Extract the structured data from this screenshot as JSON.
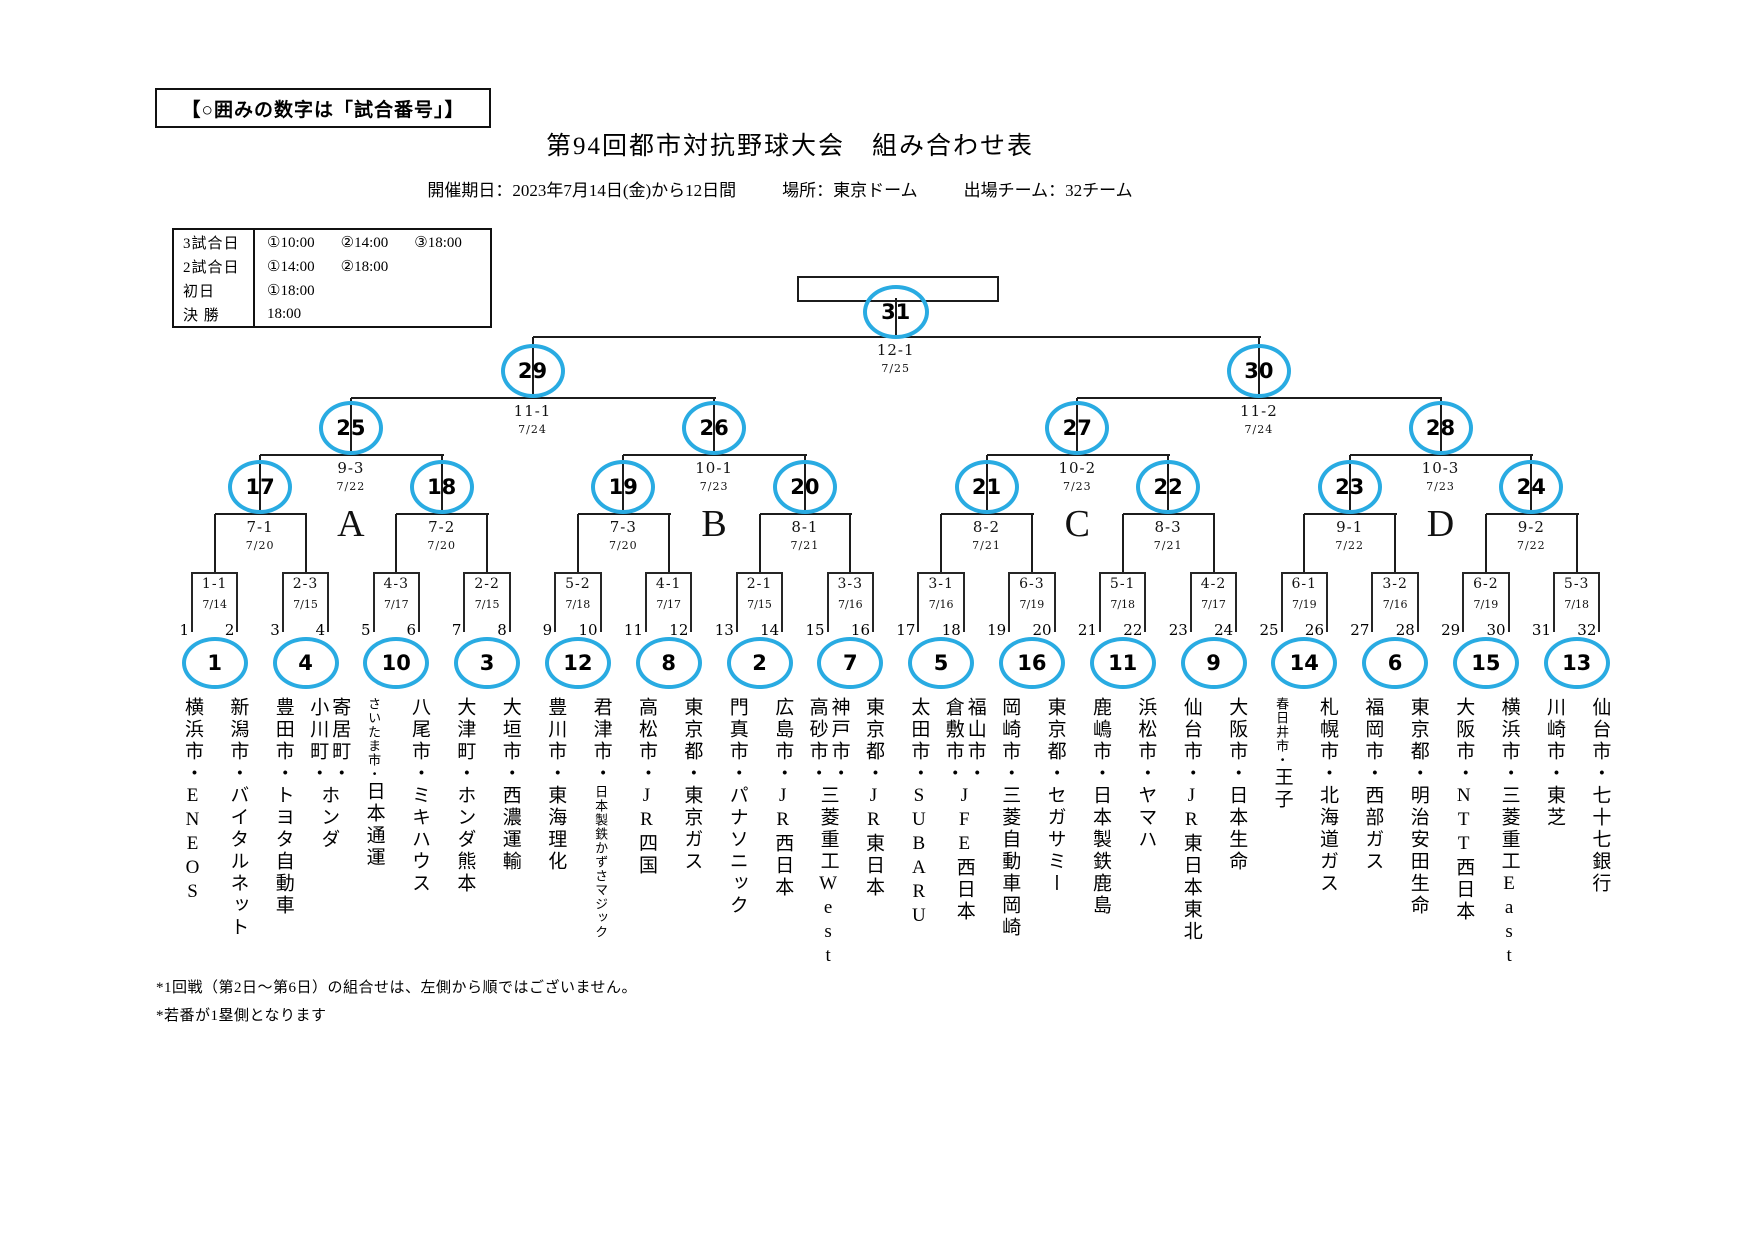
{
  "header": {
    "note": "【○囲みの数字は「試合番号」】",
    "title": "第94回都市対抗野球大会　組み合わせ表",
    "period": "開催期日：2023年7月14日(金)から12日間",
    "venue": "場所：東京ドーム",
    "team_count": "出場チーム：32チーム"
  },
  "schedule": {
    "rows": [
      {
        "label": "3試合日",
        "times": [
          "①10:00",
          "②14:00",
          "③18:00"
        ]
      },
      {
        "label": "2試合日",
        "times": [
          "①14:00",
          "②18:00"
        ]
      },
      {
        "label": "初日",
        "times": [
          "①18:00"
        ]
      },
      {
        "label": "決 勝",
        "times": [
          "18:00"
        ]
      }
    ]
  },
  "bracket": {
    "final": {
      "game": 31,
      "label": "12-1",
      "date": "7/25"
    },
    "semifinals": [
      {
        "game": 29,
        "label": "11-1",
        "date": "7/24"
      },
      {
        "game": 30,
        "label": "11-2",
        "date": "7/24"
      }
    ],
    "quarterfinals": [
      {
        "game": 25,
        "label": "9-3",
        "date": "7/22"
      },
      {
        "game": 26,
        "label": "10-1",
        "date": "7/23"
      },
      {
        "game": 27,
        "label": "10-2",
        "date": "7/23"
      },
      {
        "game": 28,
        "label": "10-3",
        "date": "7/23"
      }
    ],
    "round2": [
      {
        "game": 17,
        "label": "7-1",
        "date": "7/20"
      },
      {
        "game": 18,
        "label": "7-2",
        "date": "7/20"
      },
      {
        "game": 19,
        "label": "7-3",
        "date": "7/20"
      },
      {
        "game": 20,
        "label": "8-1",
        "date": "7/21"
      },
      {
        "game": 21,
        "label": "8-2",
        "date": "7/21"
      },
      {
        "game": 22,
        "label": "8-3",
        "date": "7/21"
      },
      {
        "game": 23,
        "label": "9-1",
        "date": "7/22"
      },
      {
        "game": 24,
        "label": "9-2",
        "date": "7/22"
      }
    ],
    "round1": [
      {
        "game": 1,
        "label": "1-1",
        "date": "7/14"
      },
      {
        "game": 4,
        "label": "2-3",
        "date": "7/15"
      },
      {
        "game": 10,
        "label": "4-3",
        "date": "7/17"
      },
      {
        "game": 3,
        "label": "2-2",
        "date": "7/15"
      },
      {
        "game": 12,
        "label": "5-2",
        "date": "7/18"
      },
      {
        "game": 8,
        "label": "4-1",
        "date": "7/17"
      },
      {
        "game": 2,
        "label": "2-1",
        "date": "7/15"
      },
      {
        "game": 7,
        "label": "3-3",
        "date": "7/16"
      },
      {
        "game": 5,
        "label": "3-1",
        "date": "7/16"
      },
      {
        "game": 16,
        "label": "6-3",
        "date": "7/19"
      },
      {
        "game": 11,
        "label": "5-1",
        "date": "7/18"
      },
      {
        "game": 9,
        "label": "4-2",
        "date": "7/17"
      },
      {
        "game": 14,
        "label": "6-1",
        "date": "7/19"
      },
      {
        "game": 6,
        "label": "3-2",
        "date": "7/16"
      },
      {
        "game": 15,
        "label": "6-2",
        "date": "7/19"
      },
      {
        "game": 13,
        "label": "5-3",
        "date": "7/18"
      }
    ],
    "groups": [
      "A",
      "B",
      "C",
      "D"
    ]
  },
  "teams": [
    {
      "no": 1,
      "cities": [
        "横浜市"
      ],
      "company": "ENEOS"
    },
    {
      "no": 2,
      "cities": [
        "新潟市"
      ],
      "company": "バイタルネット"
    },
    {
      "no": 3,
      "cities": [
        "豊田市"
      ],
      "company": "トヨタ自動車"
    },
    {
      "no": 4,
      "cities": [
        "寄居町",
        "小川町"
      ],
      "company": "ホンダ"
    },
    {
      "no": 5,
      "cities": [
        "さいたま市"
      ],
      "company": "日本通運",
      "city_small": true
    },
    {
      "no": 6,
      "cities": [
        "八尾市"
      ],
      "company": "ミキハウス"
    },
    {
      "no": 7,
      "cities": [
        "大津町"
      ],
      "company": "ホンダ熊本"
    },
    {
      "no": 8,
      "cities": [
        "大垣市"
      ],
      "company": "西濃運輸"
    },
    {
      "no": 9,
      "cities": [
        "豊川市"
      ],
      "company": "東海理化"
    },
    {
      "no": 10,
      "cities": [
        "君津市"
      ],
      "company": "日本製鉄かずさマジック",
      "company_small": true
    },
    {
      "no": 11,
      "cities": [
        "高松市"
      ],
      "company": "JR四国"
    },
    {
      "no": 12,
      "cities": [
        "東京都"
      ],
      "company": "東京ガス"
    },
    {
      "no": 13,
      "cities": [
        "門真市"
      ],
      "company": "パナソニック"
    },
    {
      "no": 14,
      "cities": [
        "広島市"
      ],
      "company": "JR西日本"
    },
    {
      "no": 15,
      "cities": [
        "神戸市",
        "高砂市"
      ],
      "company": "三菱重工West"
    },
    {
      "no": 16,
      "cities": [
        "東京都"
      ],
      "company": "JR東日本"
    },
    {
      "no": 17,
      "cities": [
        "太田市"
      ],
      "company": "SUBARU"
    },
    {
      "no": 18,
      "cities": [
        "福山市",
        "倉敷市"
      ],
      "company": "JFE西日本"
    },
    {
      "no": 19,
      "cities": [
        "岡崎市"
      ],
      "company": "三菱自動車岡崎"
    },
    {
      "no": 20,
      "cities": [
        "東京都"
      ],
      "company": "セガサミー"
    },
    {
      "no": 21,
      "cities": [
        "鹿嶋市"
      ],
      "company": "日本製鉄鹿島"
    },
    {
      "no": 22,
      "cities": [
        "浜松市"
      ],
      "company": "ヤマハ"
    },
    {
      "no": 23,
      "cities": [
        "仙台市"
      ],
      "company": "JR東日本東北"
    },
    {
      "no": 24,
      "cities": [
        "大阪市"
      ],
      "company": "日本生命"
    },
    {
      "no": 25,
      "cities": [
        "春日井市"
      ],
      "company": "王子",
      "city_small": true
    },
    {
      "no": 26,
      "cities": [
        "札幌市"
      ],
      "company": "北海道ガス"
    },
    {
      "no": 27,
      "cities": [
        "福岡市"
      ],
      "company": "西部ガス"
    },
    {
      "no": 28,
      "cities": [
        "東京都"
      ],
      "company": "明治安田生命"
    },
    {
      "no": 29,
      "cities": [
        "大阪市"
      ],
      "company": "NTT西日本"
    },
    {
      "no": 30,
      "cities": [
        "横浜市"
      ],
      "company": "三菱重工East"
    },
    {
      "no": 31,
      "cities": [
        "川崎市"
      ],
      "company": "東芝"
    },
    {
      "no": 32,
      "cities": [
        "仙台市"
      ],
      "company": "七十七銀行"
    }
  ],
  "footnotes": [
    "*1回戦（第2日～第6日）の組合せは、左側から順ではございません。",
    "*若番が1塁側となります"
  ],
  "colors": {
    "accent": "#29ABE2",
    "line": "#1c1c1c"
  }
}
